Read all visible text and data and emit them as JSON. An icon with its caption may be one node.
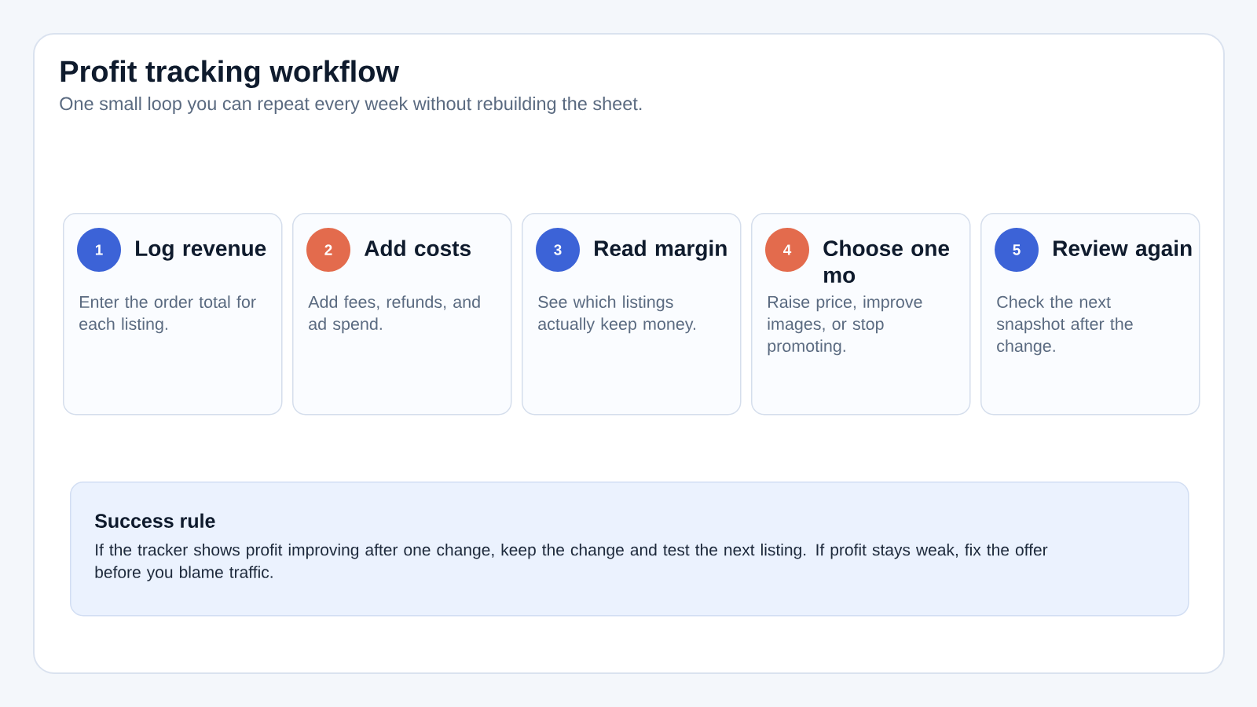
{
  "diagram": {
    "title": "Profit tracking workflow",
    "nodes": [
      {
        "text": [
          "Log revenue",
          "Enter the order total for each listing."
        ]
      },
      {
        "text": [
          "1"
        ],
        "in": 0
      },
      {
        "text": [
          "Add costs",
          "Add fees, refunds, and ad spend."
        ]
      },
      {
        "text": [
          "2"
        ],
        "in": 2
      },
      {
        "text": [
          "Read margin",
          "See which listings actually keep money."
        ]
      },
      {
        "text": [
          "3"
        ],
        "in": 4
      },
      {
        "text": [
          "Choose one mo",
          "Raise price, improve images, or stop promoting."
        ]
      },
      {
        "text": [
          "4"
        ],
        "in": 6
      },
      {
        "text": [
          "Review again",
          "Check the next snapshot after the change."
        ]
      },
      {
        "text": [
          "5"
        ],
        "in": 8
      },
      {
        "text": [
          "Success rule",
          "If the tracker shows profit improving after one change, keep the change and test the next listing. If profit stays weak, fix the offer before you blame traffic."
        ]
      }
    ],
    "labels": [
      "One small loop you can repeat every week without rebuilding the sheet."
    ]
  }
}
